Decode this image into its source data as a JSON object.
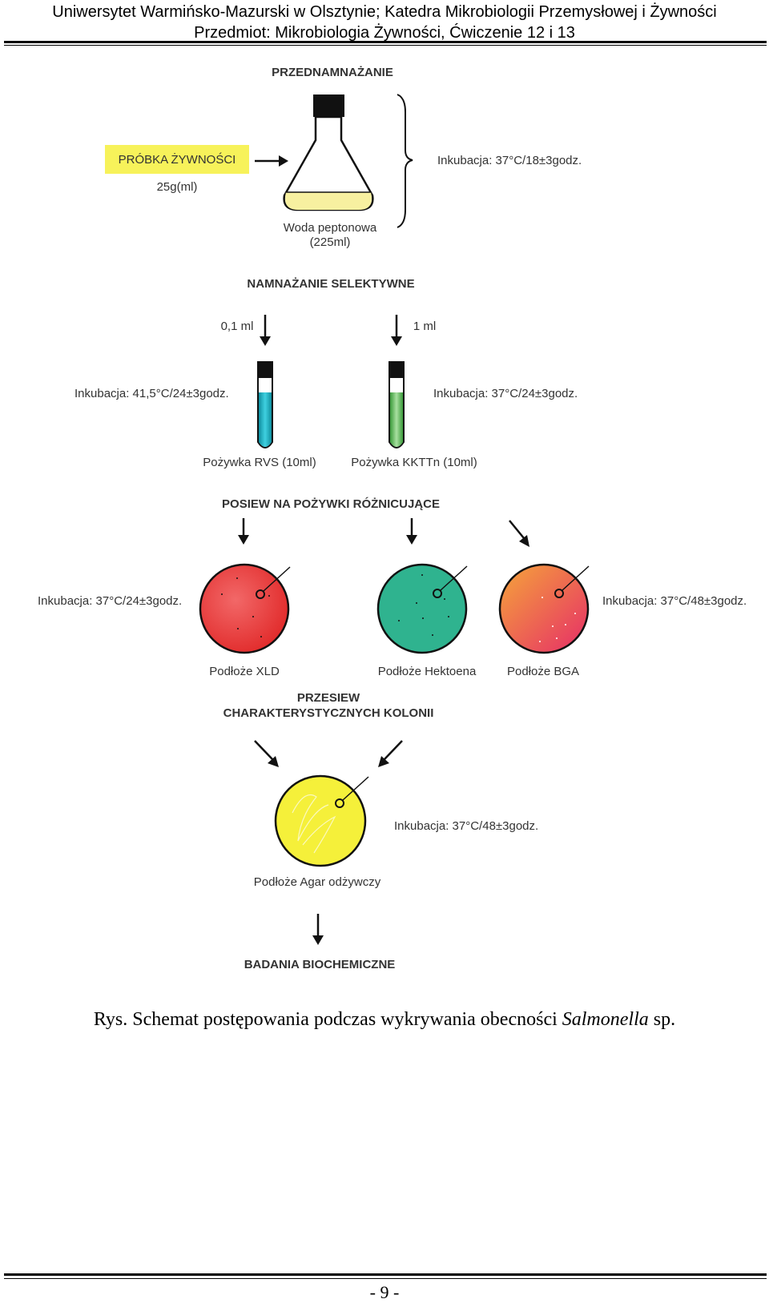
{
  "header": {
    "line1": "Uniwersytet Warmińsko-Mazurski w Olsztynie; Katedra Mikrobiologii Przemysłowej i Żywności",
    "line2": "Przedmiot: Mikrobiologia Żywności, Ćwiczenie 12 i 13"
  },
  "diagram": {
    "stage1_title": "PRZEDNAMNAŻANIE",
    "sample_label": "PRÓBKA ŻYWNOŚCI",
    "sample_amount": "25g(ml)",
    "flask_label_1": "Woda peptonowa",
    "flask_label_2": "(225ml)",
    "incubation_1": "Inkubacja: 37°C/18±3godz.",
    "stage2_title": "NAMNAŻANIE SELEKTYWNE",
    "volume_left": "0,1 ml",
    "volume_right": "1 ml",
    "incubation_rvs": "Inkubacja: 41,5°C/24±3godz.",
    "incubation_kkttn": "Inkubacja: 37°C/24±3godz.",
    "tube_left_label": "Pożywka RVS (10ml)",
    "tube_right_label": "Pożywka KKTTn (10ml)",
    "stage3_title": "POSIEW NA POŻYWKI RÓŻNICUJĄCE",
    "incubation_plates_left": "Inkubacja: 37°C/24±3godz.",
    "incubation_plates_right": "Inkubacja: 37°C/48±3godz.",
    "plate_xld": "Podłoże XLD",
    "plate_hektoen": "Podłoże Hektoena",
    "plate_bga": "Podłoże BGA",
    "stage4_title_1": "PRZESIEW",
    "stage4_title_2": "CHARAKTERYSTYCZNYCH KOLONII",
    "incubation_agar": "Inkubacja: 37°C/48±3godz.",
    "plate_agar": "Podłoże Agar odżywczy",
    "stage5_title": "BADANIA BIOCHEMICZNE",
    "colors": {
      "sample_highlight": "#f7f25a",
      "tube_rvs": "#1aa6b8",
      "tube_kkttn": "#5cb85c",
      "plate_xld": "#e83a3a",
      "plate_hektoen": "#2fb38f",
      "plate_bga_start": "#f29a3c",
      "plate_bga_end": "#e8305a",
      "plate_agar": "#f5f03a"
    }
  },
  "caption": {
    "prefix": "Rys. Schemat postępowania podczas wykrywania obecności ",
    "italic": "Salmonella",
    "suffix": " sp."
  },
  "footer": {
    "page_number": "- 9 -"
  }
}
